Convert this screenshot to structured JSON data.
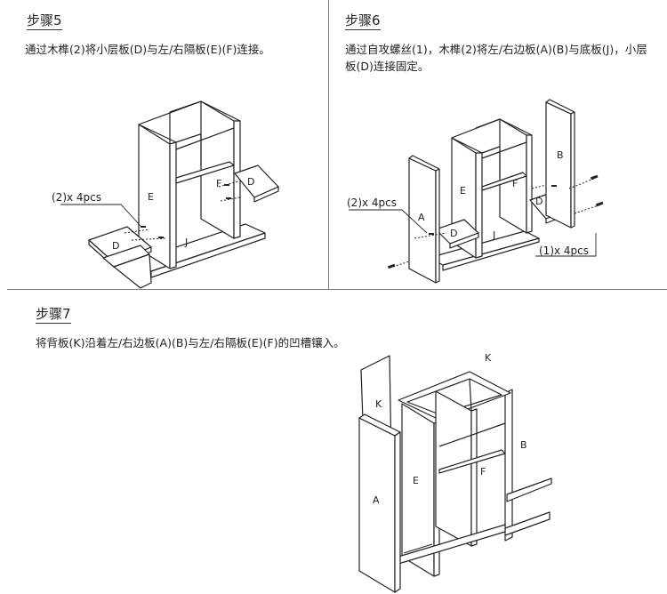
{
  "step5": {
    "title": "步骤5",
    "text": "通过木榫(2)将小层板(D)与左/右隔板(E)(F)连接。",
    "labels": {
      "E": "E",
      "F": "F",
      "D_left": "D",
      "D_right": "D",
      "J": "J"
    },
    "callout": "(2)x 4pcs"
  },
  "step6": {
    "title": "步骤6",
    "text": "通过自攻螺丝(1)，木榫(2)将左/右边板(A)(B)与底板(J)，小层板(D)连接固定。",
    "labels": {
      "A": "A",
      "B": "B",
      "E": "E",
      "F": "F",
      "D_left": "D",
      "D_right": "D",
      "J": "J"
    },
    "callout_left": "(2)x 4pcs",
    "callout_right": "(1)x 4pcs"
  },
  "step7": {
    "title": "步骤7",
    "text": "将背板(K)沿着左/右边板(A)(B)与左/右隔板(E)(F)的凹槽镶入。",
    "labels": {
      "K_panel": "K",
      "K_top": "K",
      "A": "A",
      "B": "B",
      "E": "E",
      "F": "F"
    }
  }
}
